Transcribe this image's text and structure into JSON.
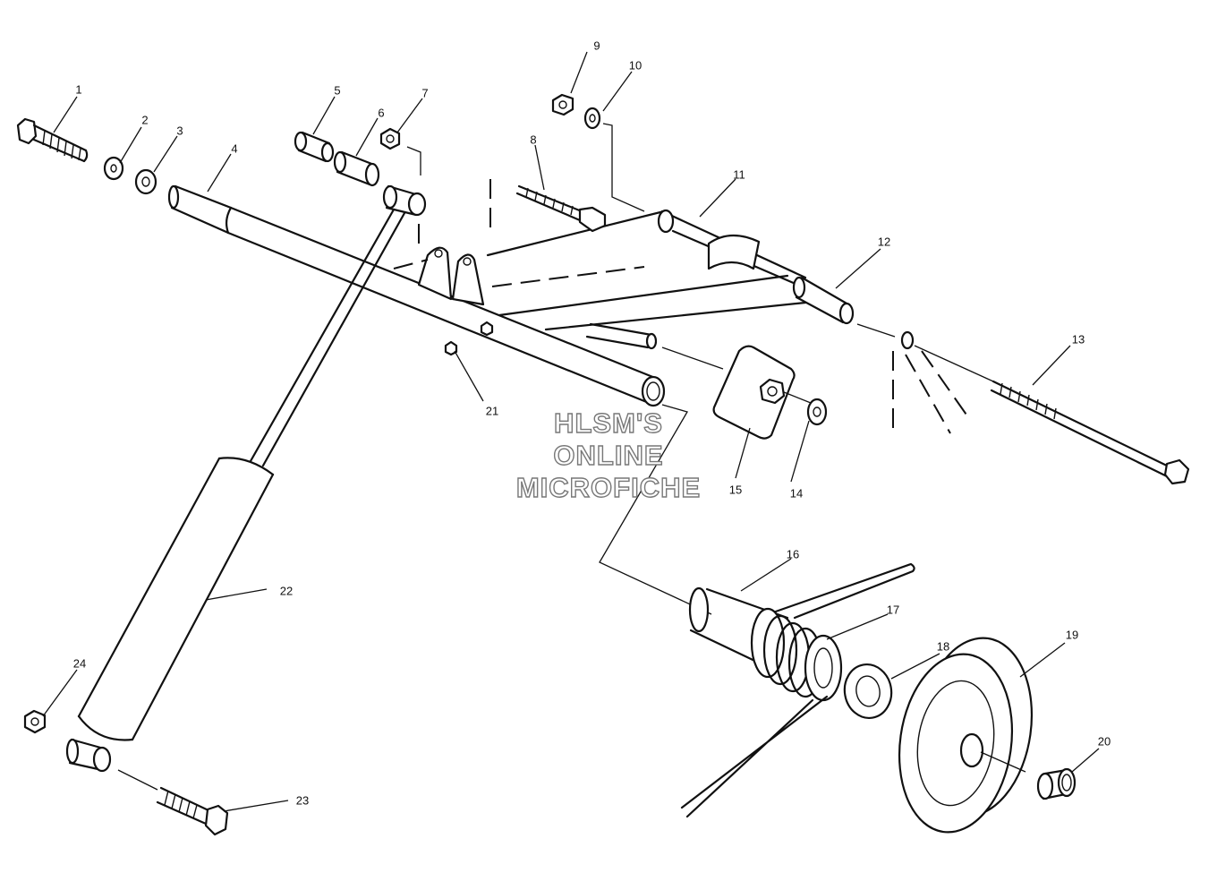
{
  "watermark": {
    "line1": "HLSM'S",
    "line2": "ONLINE",
    "line3": "MICROFICHE"
  },
  "callouts": [
    "1",
    "2",
    "3",
    "4",
    "5",
    "6",
    "7",
    "8",
    "9",
    "10",
    "11",
    "12",
    "13",
    "14",
    "15",
    "16",
    "17",
    "18",
    "19",
    "20",
    "21",
    "22",
    "23",
    "24"
  ]
}
